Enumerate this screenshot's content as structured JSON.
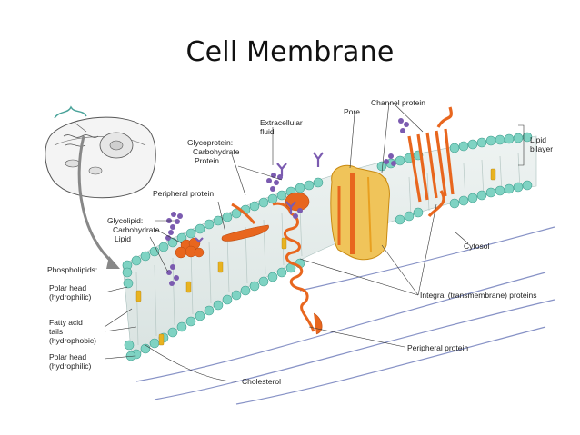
{
  "slide": {
    "title": "Cell Membrane"
  },
  "labels": {
    "extracellular_fluid": [
      "Extracellular",
      "fluid"
    ],
    "pore": "Pore",
    "channel_protein": "Channel protein",
    "lipid_bilayer": [
      "Lipid",
      "bilayer"
    ],
    "glycoprotein": [
      "Glycoprotein:",
      "Carbohydrate",
      "Protein"
    ],
    "peripheral_protein_top": "Peripheral protein",
    "glycolipid": [
      "Glycolipid:",
      "Carbohydrate",
      "Lipid"
    ],
    "phospholipids": "Phospholipids:",
    "polar_head_top": [
      "Polar head",
      "(hydrophilic)"
    ],
    "fatty_acid_tails": [
      "Fatty acid",
      "tails",
      "(hydrophobic)"
    ],
    "polar_head_bottom": [
      "Polar head",
      "(hydrophilic)"
    ],
    "cytosol": "Cytosol",
    "integral_proteins": "Integral (transmembrane) proteins",
    "peripheral_protein_bottom": "Peripheral protein",
    "cholesterol": "Cholesterol"
  },
  "colors": {
    "head": "#7fd3c3",
    "head_stroke": "#3f9e8e",
    "tails": "#c9d7d5",
    "protein": "#e8661e",
    "channel": "#f0c45a",
    "carb": "#7b5bb0",
    "cholesterol": "#e8b320",
    "cytosol_fiber": "#6a78b8"
  }
}
